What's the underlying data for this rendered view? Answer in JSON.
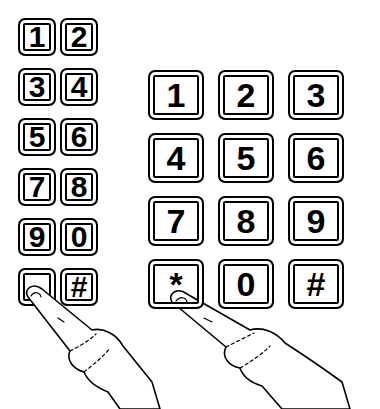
{
  "diagram": {
    "nodes": [
      {
        "text": [
          "1"
        ]
      },
      {
        "text": [
          "2"
        ]
      },
      {
        "text": [
          "3"
        ]
      },
      {
        "text": [
          "4"
        ]
      },
      {
        "text": [
          "5"
        ]
      },
      {
        "text": [
          "6"
        ]
      },
      {
        "text": [
          "7"
        ]
      },
      {
        "text": [
          "8"
        ]
      },
      {
        "text": [
          "9"
        ]
      },
      {
        "text": [
          "0"
        ]
      },
      {
        "text": [
          "#"
        ]
      },
      {
        "text": [
          "1"
        ]
      },
      {
        "text": [
          "2"
        ]
      },
      {
        "text": [
          "3"
        ]
      },
      {
        "text": [
          "4"
        ]
      },
      {
        "text": [
          "5"
        ]
      },
      {
        "text": [
          "6"
        ]
      },
      {
        "text": [
          "7"
        ]
      },
      {
        "text": [
          "8"
        ]
      },
      {
        "text": [
          "9"
        ]
      },
      {
        "text": [
          "*"
        ]
      },
      {
        "text": [
          "0"
        ]
      },
      {
        "text": [
          "#"
        ]
      }
    ]
  }
}
